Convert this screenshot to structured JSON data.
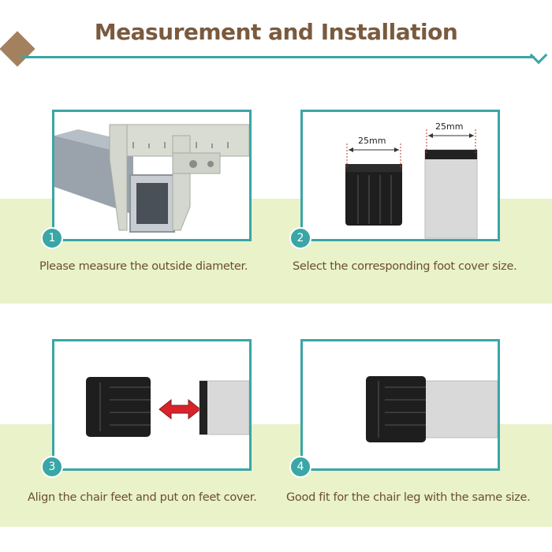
{
  "header": {
    "title": "Measurement and Installation"
  },
  "steps": [
    {
      "number": "1",
      "caption": "Please measure the outside diameter."
    },
    {
      "number": "2",
      "caption": "Select the corresponding foot cover size."
    },
    {
      "number": "3",
      "caption": "Align the chair feet and put on feet cover."
    },
    {
      "number": "4",
      "caption": "Good fit for the chair leg with the same size."
    }
  ],
  "measurements": {
    "cap_width": "25mm",
    "tube_width": "25mm"
  },
  "colors": {
    "accent": "#3aa6a6",
    "title": "#7a5a3e",
    "band": "#e9f2c9",
    "arrow": "#d8232a"
  }
}
